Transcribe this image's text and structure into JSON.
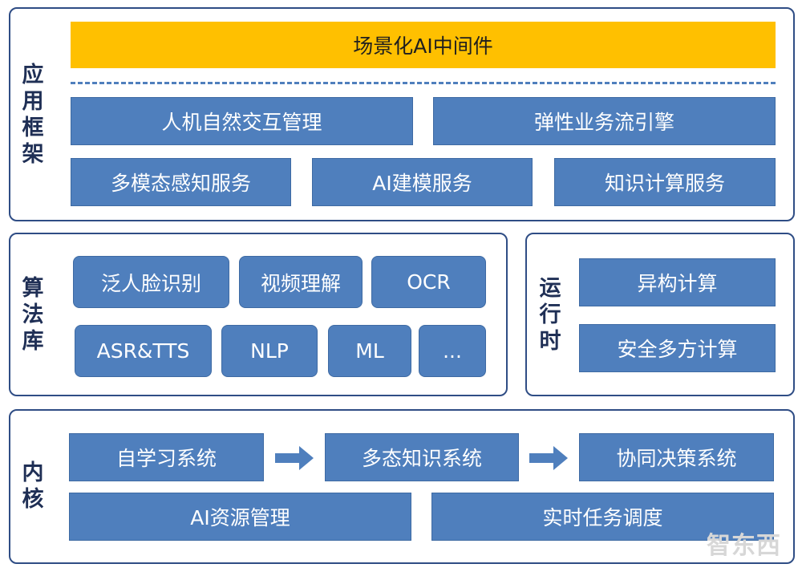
{
  "app_framework": {
    "label": "应用框架",
    "middleware": "场景化AI中间件",
    "row1": [
      "人机自然交互管理",
      "弹性业务流引擎"
    ],
    "row2": [
      "多模态感知服务",
      "AI建模服务",
      "知识计算服务"
    ]
  },
  "algorithm_library": {
    "label": "算法库",
    "row1": [
      "泛人脸识别",
      "视频理解",
      "OCR"
    ],
    "row2": [
      "ASR&TTS",
      "NLP",
      "ML",
      "..."
    ]
  },
  "runtime": {
    "label": "运行时",
    "items": [
      "异构计算",
      "安全多方计算"
    ]
  },
  "kernel": {
    "label": "内核",
    "row1": [
      "自学习系统",
      "多态知识系统",
      "协同决策系统"
    ],
    "row2": [
      "AI资源管理",
      "实时任务调度"
    ]
  },
  "watermark": "智东西",
  "colors": {
    "box": "#4f7fbd",
    "banner": "#ffc000",
    "border": "#2f4d85"
  }
}
